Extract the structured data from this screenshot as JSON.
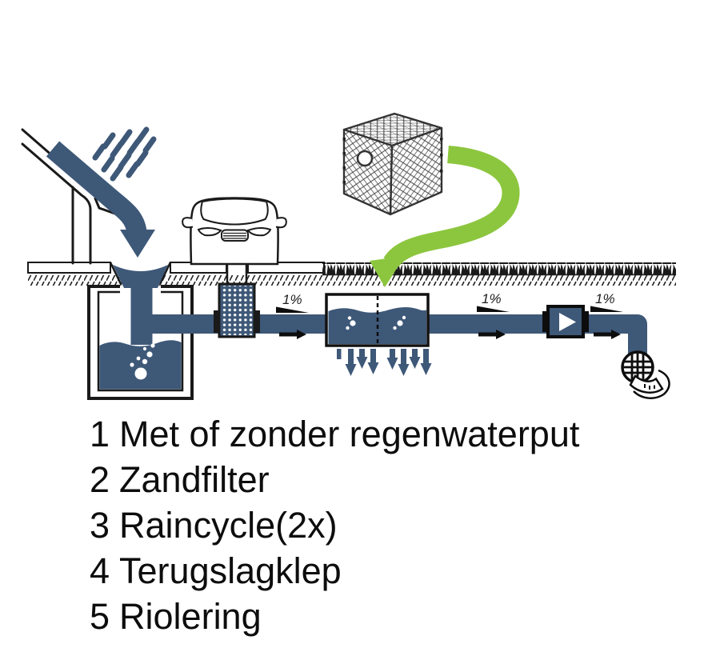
{
  "diagram": {
    "description": "Rainwater infiltration system cross-section",
    "slopes": [
      {
        "label": "1%"
      },
      {
        "label": "1%"
      },
      {
        "label": "1%"
      }
    ],
    "colors": {
      "water_blue": "#3E5878",
      "arrow_green": "#8CC63E",
      "outline": "#1A1A1A"
    }
  },
  "legend": {
    "items": [
      {
        "number": "1",
        "label": "Met of zonder regenwaterput"
      },
      {
        "number": "2",
        "label": "Zandfilter"
      },
      {
        "number": "3",
        "label": "Raincycle(2x)"
      },
      {
        "number": "4",
        "label": "Terugslagklep"
      },
      {
        "number": "5",
        "label": "Riolering"
      }
    ]
  }
}
